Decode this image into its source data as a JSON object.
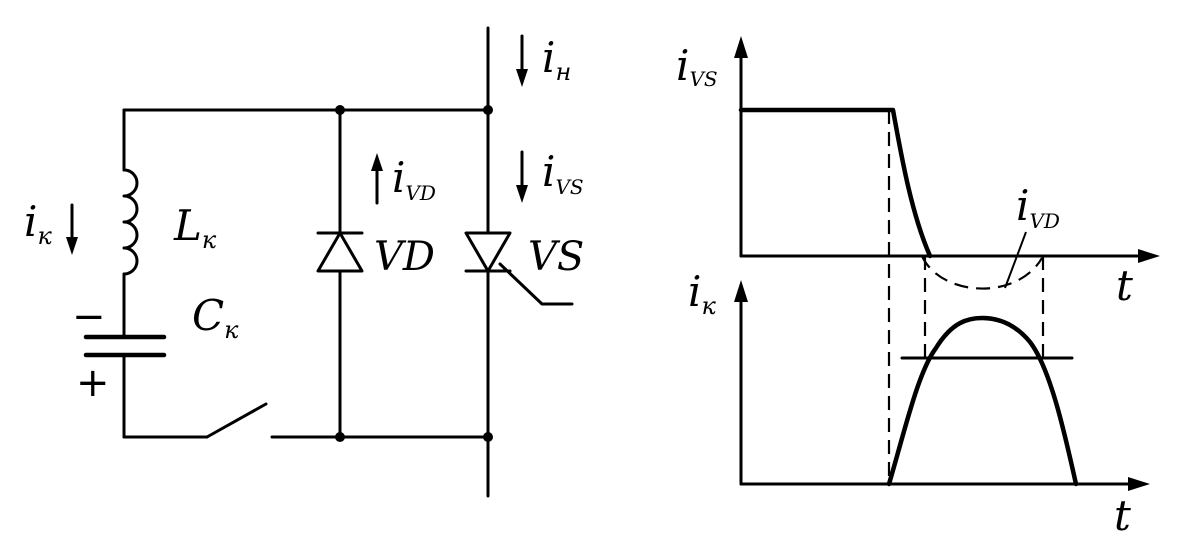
{
  "circuit": {
    "labels": {
      "i_k": {
        "main": "i",
        "sub": "к"
      },
      "L_k": {
        "main": "L",
        "sub": "к"
      },
      "C_k": {
        "main": "C",
        "sub": "к"
      },
      "minus": "−",
      "plus": "+",
      "i_vd": {
        "main": "i",
        "sub": "VD"
      },
      "vd": "VD",
      "i_n": {
        "main": "i",
        "sub": "н"
      },
      "i_vs": {
        "main": "i",
        "sub": "VS"
      },
      "vs": "VS"
    }
  },
  "graphs": {
    "top": {
      "y_label": {
        "main": "i",
        "sub": "VS"
      },
      "x_label": "t",
      "curve_label": {
        "main": "i",
        "sub": "VD"
      }
    },
    "bottom": {
      "y_label": {
        "main": "i",
        "sub": "к"
      },
      "x_label": "t"
    }
  }
}
